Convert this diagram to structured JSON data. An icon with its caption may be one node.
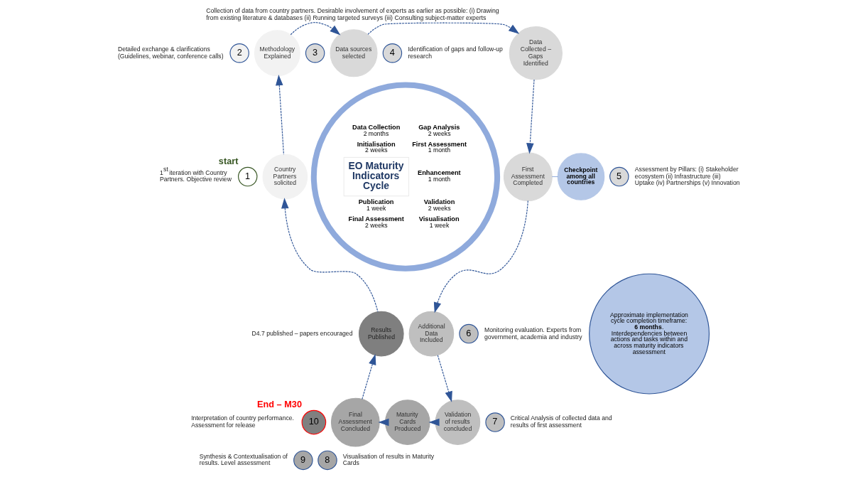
{
  "diagram": {
    "nodes": [
      {
        "text": [
          "Country Partners solicited"
        ]
      },
      {
        "text": [
          "Methodology Explained"
        ]
      },
      {
        "text": [
          "Data sources selected"
        ],
        "beside": [
          "Collection of data from country partners. Desirable involvement of experts as earlier as possible: (i) Drawing from existing literature & databases (ii) Running targeted surveys (iii) Consulting subject-matter experts"
        ]
      },
      {
        "text": [
          "Data Collected – Gaps Identified"
        ]
      },
      {
        "text": [
          "First Assessment Completed"
        ]
      },
      {
        "text": [
          "Checkpoint among all countries"
        ]
      },
      {
        "text": [
          "Additional Data Included"
        ]
      },
      {
        "text": [
          "Validation of results concluded"
        ]
      },
      {
        "text": [
          "Maturity Cards Produced"
        ]
      },
      {
        "text": [
          "Final Assessment Concluded"
        ]
      },
      {
        "text": [
          "Results Published"
        ],
        "beside": [
          "D4.7 published – papers encouraged"
        ]
      },
      {
        "text": [
          "1"
        ],
        "beside": [
          "1$^{st}$ iteration with Country Partners. Objective review",
          "start"
        ]
      },
      {
        "text": [
          "2"
        ],
        "beside": [
          "Detailed exchange & clarifications (Guidelines, webinar, conference calls)"
        ]
      },
      {
        "text": [
          "3"
        ]
      },
      {
        "text": [
          "4"
        ],
        "beside": [
          "Identification of gaps and follow-up research"
        ]
      },
      {
        "text": [
          "5"
        ],
        "beside": [
          "Assessment by Pillars: (i) Stakeholder ecosystem (ii) Infrastructure (iii) Uptake (iv) Partnerships (v) Innovation"
        ]
      },
      {
        "text": [
          "6"
        ],
        "beside": [
          "Monitoring evaluation. Experts from government, academia and industry"
        ]
      },
      {
        "text": [
          "7"
        ],
        "beside": [
          "Critical Analysis of collected data and results of first assessment"
        ]
      },
      {
        "text": [
          "8"
        ],
        "beside": [
          "Visualisation of results in Maturity Cards"
        ]
      },
      {
        "text": [
          "9"
        ],
        "beside": [
          "Synthesis & Contextualisation of results. Level assessment"
        ]
      },
      {
        "text": [
          "10"
        ],
        "beside": [
          "End – M30",
          "Interpretation of country performance. Assessment for release"
        ]
      },
      {
        "text": [
          "Data Collection",
          "2 months",
          "Gap Analysis",
          "2 weeks",
          "Initialisation",
          "2 weeks",
          "First Assessment",
          "1 month",
          "EO Maturity Indicators Cycle",
          "Enhancement",
          "1 month",
          "Publication",
          "1 week",
          "Validation",
          "2 weeks",
          "Final Assessment",
          "2 weeks",
          "Visualisation",
          "1 week"
        ]
      },
      {
        "text": [
          "Approximate implementation cycle completion timeframe: **6 months**. Interdependencies between actions and tasks within and across maturity indicators assessment"
        ]
      }
    ],
    "edges": [
      {
        "from": 0,
        "to": 1,
        "arrow": "to",
        "style": "dashed"
      },
      {
        "from": 1,
        "to": 2,
        "arrow": "to",
        "style": "dashed"
      },
      {
        "from": 2,
        "to": 3,
        "arrow": "to",
        "style": "dashed"
      },
      {
        "from": 3,
        "to": 4,
        "arrow": "to",
        "style": "dashed"
      },
      {
        "from": 4,
        "to": 5,
        "arrow": "none",
        "color": "#4472c4"
      },
      {
        "from": 4,
        "to": 6,
        "arrow": "to",
        "style": "dashed"
      },
      {
        "from": 6,
        "to": 7,
        "arrow": "to",
        "style": "dashed"
      },
      {
        "from": 7,
        "to": 8,
        "arrow": "to",
        "style": "dashed"
      },
      {
        "from": 8,
        "to": 9,
        "arrow": "to",
        "style": "dashed"
      },
      {
        "from": 9,
        "to": 10,
        "arrow": "to",
        "style": "dashed"
      },
      {
        "from": 10,
        "to": 0,
        "arrow": "to",
        "style": "dashed"
      }
    ]
  }
}
